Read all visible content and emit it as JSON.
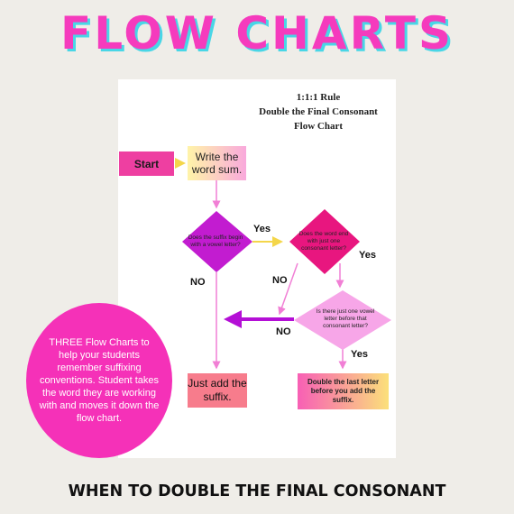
{
  "banner": "FLOW CHARTS",
  "sheet": {
    "title_line1": "1:1:1 Rule",
    "title_line2": "Double the Final Consonant",
    "title_line3": "Flow Chart"
  },
  "nodes": {
    "start": "Start",
    "write": "Write the word sum.",
    "q1": "Does the suffix begin with a vowel letter?",
    "q2": "Does the word end with just one consonant letter?",
    "q3": "Is there just one vowel letter before that consonant letter?",
    "just_add": "Just add the suffix.",
    "double": "Double the last letter before you add the suffix."
  },
  "edge_labels": {
    "yes1": "Yes",
    "yes2": "Yes",
    "yes3": "Yes",
    "no1": "NO",
    "no2": "NO",
    "no3": "NO"
  },
  "promo": "THREE Flow Charts to help your students remember suffixing conventions. Student takes the word they are working with and moves it down the flow chart.",
  "footer": "WHEN TO DOUBLE THE FINAL CONSONANT",
  "colors": {
    "banner": "#f53bbd",
    "banner_shadow": "#49d6e6",
    "diamond_magenta": "#c21cd0",
    "diamond_pink": "#e8167f",
    "diamond_light": "#f7a6e8",
    "arrow_yellow": "#f4d64a",
    "arrow_pink": "#f17fd5",
    "arrow_purple": "#b40fd6",
    "circle": "#f531b8"
  }
}
